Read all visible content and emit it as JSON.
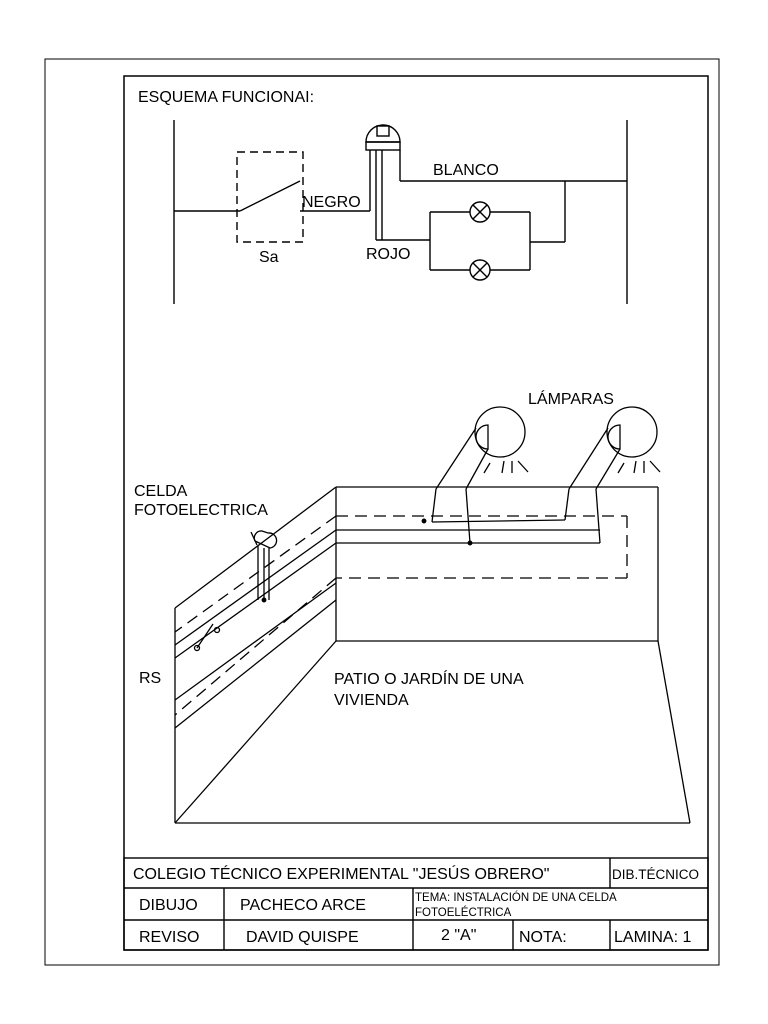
{
  "schematic": {
    "title": "ESQUEMA FUNCIONAI:",
    "switch_label": "Sa",
    "wire_black": "NEGRO",
    "wire_white": "BLANCO",
    "wire_red": "ROJO"
  },
  "pictorial": {
    "lamps_label": "LÁMPARAS",
    "cell_label_line1": "CELDA",
    "cell_label_line2": "FOTOELECTRICA",
    "rs_label": "RS",
    "area_label_line1": "PATIO O JARDÍN DE UNA",
    "area_label_line2": "VIVIENDA"
  },
  "title_block": {
    "school": "COLEGIO TÉCNICO EXPERIMENTAL \"JESÚS OBRERO\"",
    "subject": "DIB.TÉCNICO",
    "drawn_label": "DIBUJO",
    "drawn_name": "PACHECO ARCE",
    "topic_line1": "TEMA: INSTALACIÓN DE UNA CELDA",
    "topic_line2": "FOTOELÉCTRICA",
    "checked_label": "REVISO",
    "checked_name": "DAVID QUISPE",
    "grade": "2 \"A\"",
    "nota_label": "NOTA:",
    "sheet": "LAMINA: 1"
  }
}
